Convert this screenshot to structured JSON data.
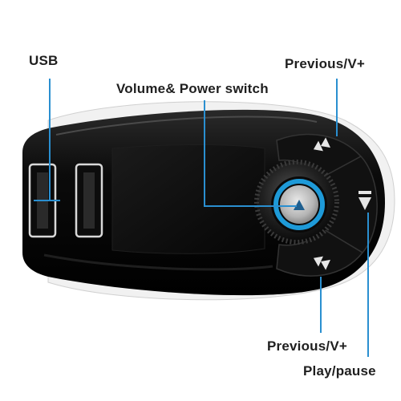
{
  "labels": {
    "usb": "USB",
    "volume_power": "Volume& Power switch",
    "previous_top": "Previous/V+",
    "previous_bottom": "Previous/V+",
    "play_pause": "Play/pause"
  },
  "colors": {
    "body": "#0a0a0a",
    "accent_ring": "#1e9ad8",
    "callout_line": "#2a8fd0",
    "label_text": "#1f1f1f"
  },
  "icons": {
    "previous_top": "rewind-icon",
    "previous_bottom": "rewind-icon",
    "play_pause": "play-pause-icon",
    "knob_center": "triangle-up-icon"
  }
}
